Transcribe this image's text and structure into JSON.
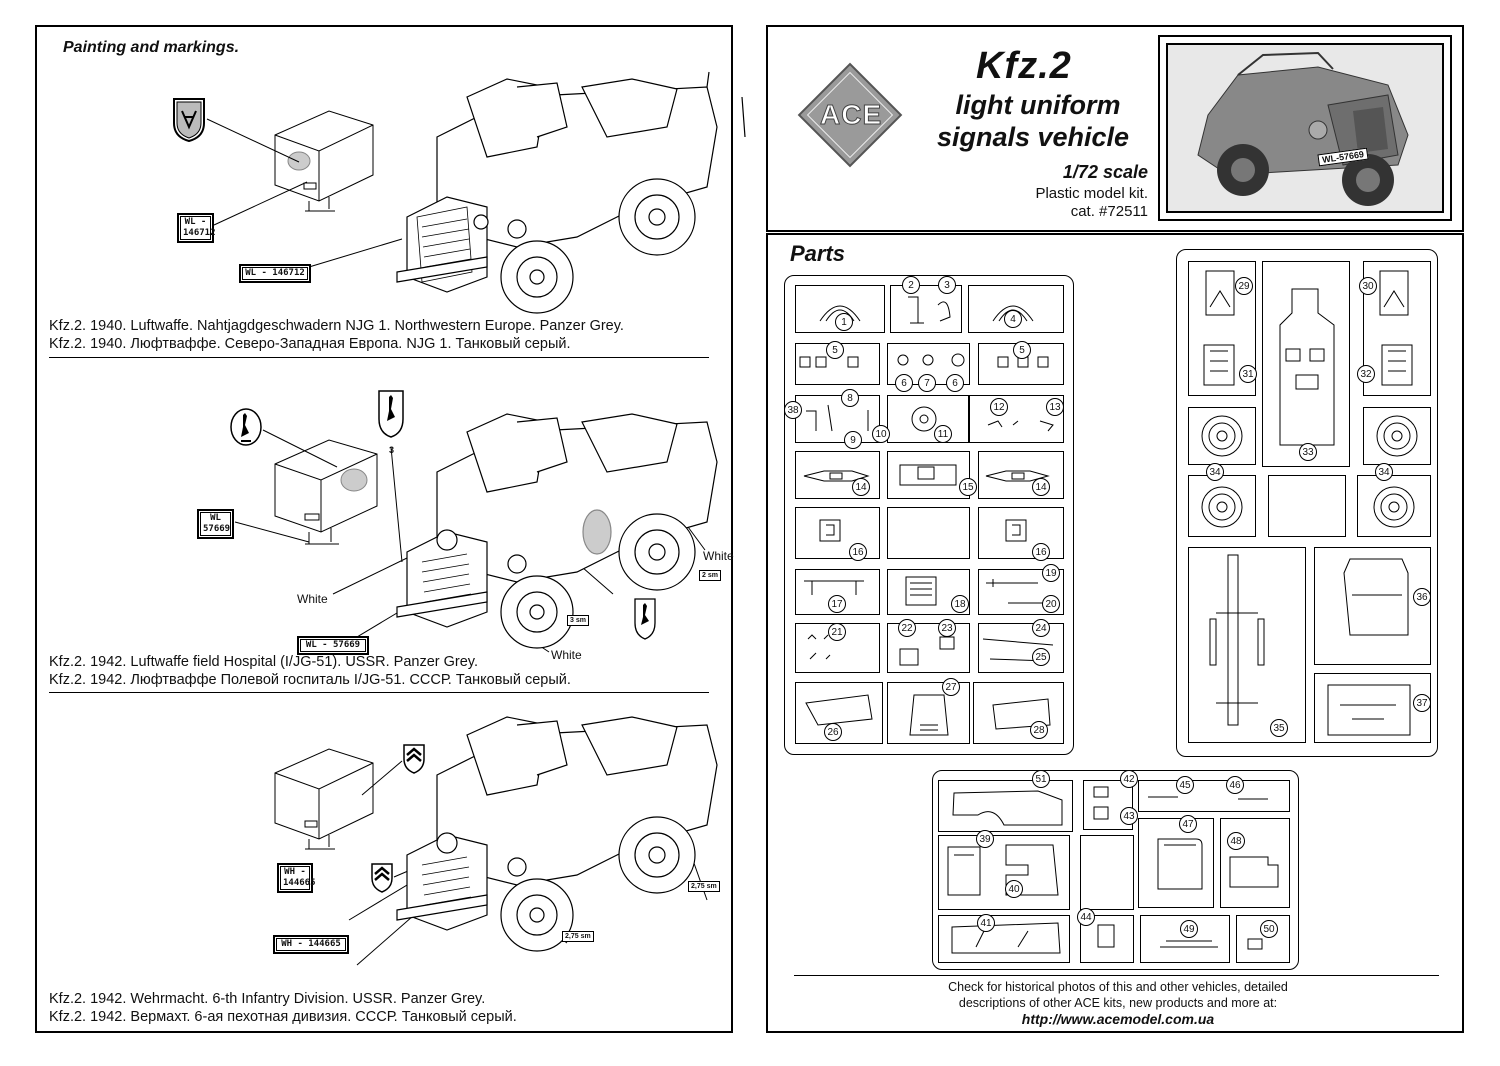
{
  "left_panel": {
    "heading": "Painting and markings.",
    "schemes": [
      {
        "caption_en": "Kfz.2. 1940. Luftwaffe. Nahtjagdgeschwadern NJG 1. Northwestern Europe. Panzer Grey.",
        "caption_ru": "Kfz.2. 1940. Люфтваффе. Северо-Западная Европа. NJG 1. Танковый серый.",
        "plate_small_top": "WL -",
        "plate_small_bottom": "146712",
        "plate_front": "WL - 146712"
      },
      {
        "caption_en": "Kfz.2. 1942. Luftwaffe field Hospital  (I/JG-51). USSR. Panzer Grey.",
        "caption_ru": "Kfz.2. 1942. Люфтваффе Полевой госпиталь I/JG-51. СССР. Танковый серый.",
        "plate_small_top": "WL",
        "plate_small_bottom": "57669",
        "plate_front": "WL - 57669",
        "label_white": "White",
        "badge_number": "3",
        "dim_a": "2 sm",
        "dim_b": "3 sm"
      },
      {
        "caption_en": "Kfz.2. 1942. Wehrmacht. 6-th Infantry Division. USSR. Panzer Grey.",
        "caption_ru": "Kfz.2. 1942. Вермахт. 6-ая пехотная дивизия. СССР. Танковый серый.",
        "plate_small_top": "WH -",
        "plate_small_bottom": "144665",
        "plate_front": "WH - 144665",
        "dim_a": "2,75 sm",
        "dim_b": "2,75 sm"
      }
    ]
  },
  "right_panel": {
    "logo_text": "ACE",
    "title": "Kfz.2",
    "subtitle_line1": "light uniform",
    "subtitle_line2": "signals vehicle",
    "scale": "1/72 scale",
    "kit_type": "Plastic model kit.",
    "catalog": "cat. #72511",
    "photo_plate": "WL-57669",
    "parts_heading": "Parts",
    "footer_line1": "Check for historical photos of this and  other vehicles, detailed",
    "footer_line2": "descriptions of other ACE kits, new products and more at:",
    "footer_url": "http://www.acemodel.com.ua"
  },
  "parts": {
    "sprue_a": [
      "1",
      "2",
      "3",
      "4",
      "5",
      "6",
      "7",
      "6",
      "5",
      "38",
      "8",
      "9",
      "10",
      "11",
      "12",
      "13",
      "14",
      "15",
      "14",
      "16",
      "16",
      "17",
      "18",
      "19",
      "20",
      "21",
      "22",
      "23",
      "24",
      "25",
      "26",
      "27",
      "28"
    ],
    "sprue_b": [
      "29",
      "30",
      "31",
      "32",
      "33",
      "34",
      "34",
      "35",
      "36",
      "37"
    ],
    "sprue_c": [
      "51",
      "42",
      "43",
      "45",
      "46",
      "47",
      "39",
      "40",
      "48",
      "41",
      "44",
      "49",
      "50"
    ]
  },
  "icons": [
    "ace-logo-icon",
    "vehicle-drawing-icon",
    "vehicle-photo-icon",
    "unit-emblem-icon",
    "stork-emblem-icon",
    "chevron-shield-icon"
  ]
}
